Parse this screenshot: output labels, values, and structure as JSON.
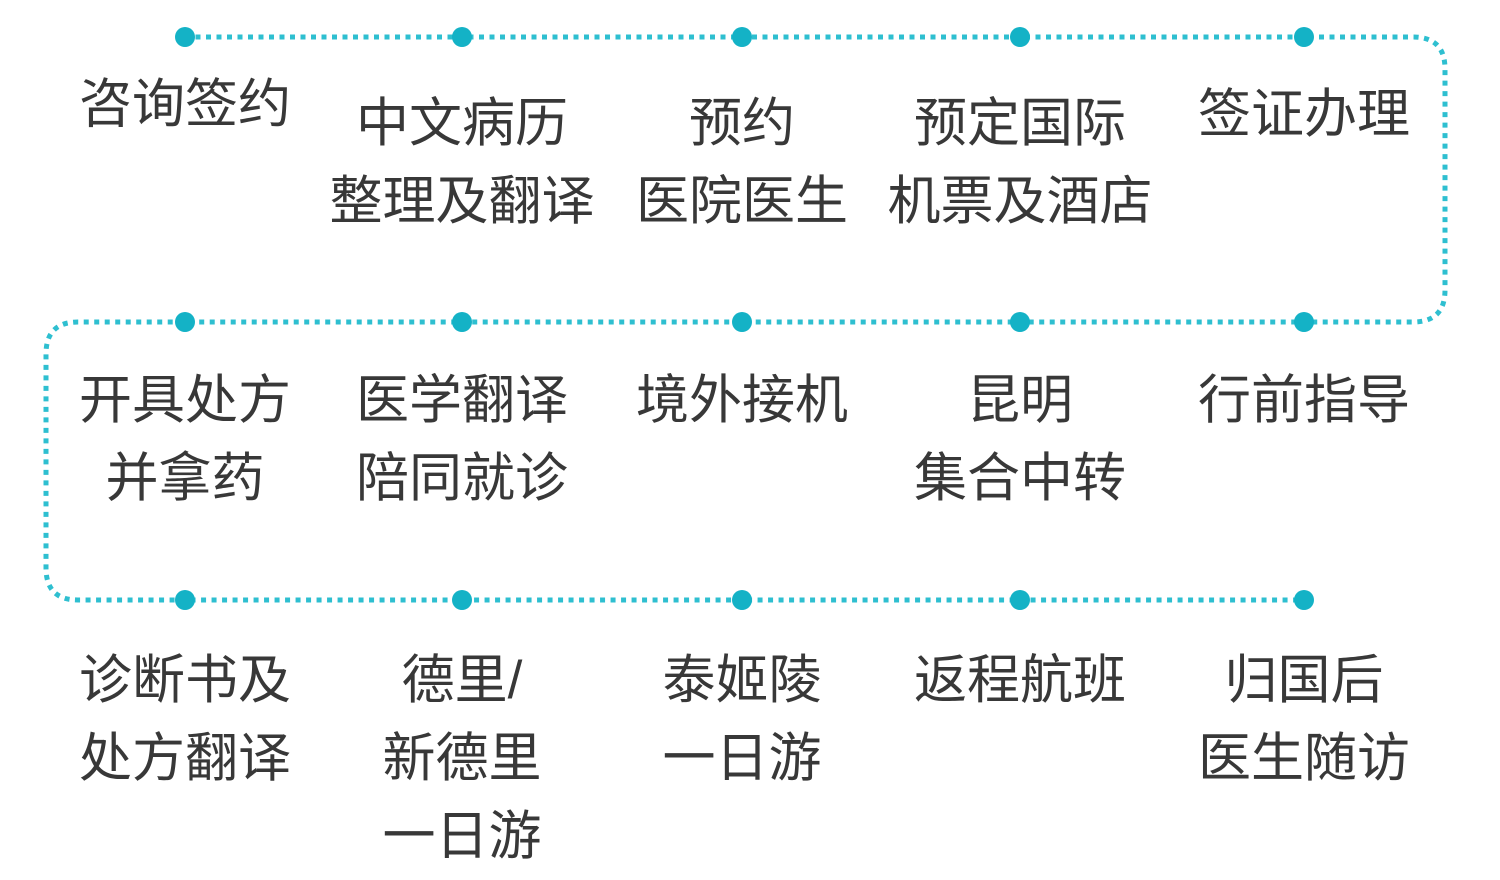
{
  "colors": {
    "node_dot": "#14b2c6",
    "dotted_line": "#2ebfd0",
    "text": "#383838",
    "background": "#ffffff"
  },
  "flow": {
    "rows": [
      {
        "items": [
          {
            "lines": [
              "咨询签约"
            ]
          },
          {
            "lines": [
              "中文病历",
              "整理及翻译"
            ]
          },
          {
            "lines": [
              "预约",
              "医院医生"
            ]
          },
          {
            "lines": [
              "预定国际",
              "机票及酒店"
            ]
          },
          {
            "lines": [
              "签证办理"
            ]
          }
        ]
      },
      {
        "items": [
          {
            "lines": [
              "开具处方",
              "并拿药"
            ]
          },
          {
            "lines": [
              "医学翻译",
              "陪同就诊"
            ]
          },
          {
            "lines": [
              "境外接机"
            ]
          },
          {
            "lines": [
              "昆明",
              "集合中转"
            ]
          },
          {
            "lines": [
              "行前指导"
            ]
          }
        ]
      },
      {
        "items": [
          {
            "lines": [
              "诊断书及",
              "处方翻译"
            ]
          },
          {
            "lines": [
              "德里/",
              "新德里",
              "一日游"
            ]
          },
          {
            "lines": [
              "泰姬陵",
              "一日游"
            ]
          },
          {
            "lines": [
              "返程航班"
            ]
          },
          {
            "lines": [
              "归国后",
              "医生随访"
            ]
          }
        ]
      }
    ]
  }
}
